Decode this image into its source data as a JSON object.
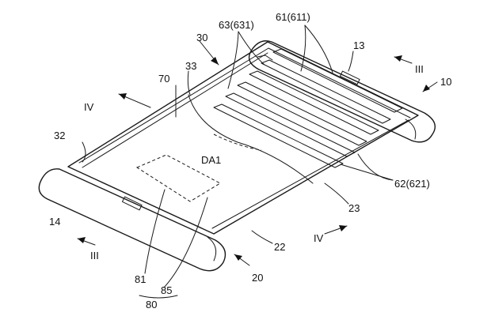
{
  "labels": {
    "l10": "10",
    "l13": "13",
    "l14": "14",
    "l20": "20",
    "l22": "22",
    "l23": "23",
    "l30": "30",
    "l32": "32",
    "l33": "33",
    "l61": "61(611)",
    "l62": "62(621)",
    "l63": "63(631)",
    "l70": "70",
    "l80": "80",
    "l81": "81",
    "l85": "85",
    "lDA1": "DA1",
    "lIII_top": "III",
    "lIII_bottom": "III",
    "lIV_left": "IV",
    "lIV_right": "IV"
  }
}
